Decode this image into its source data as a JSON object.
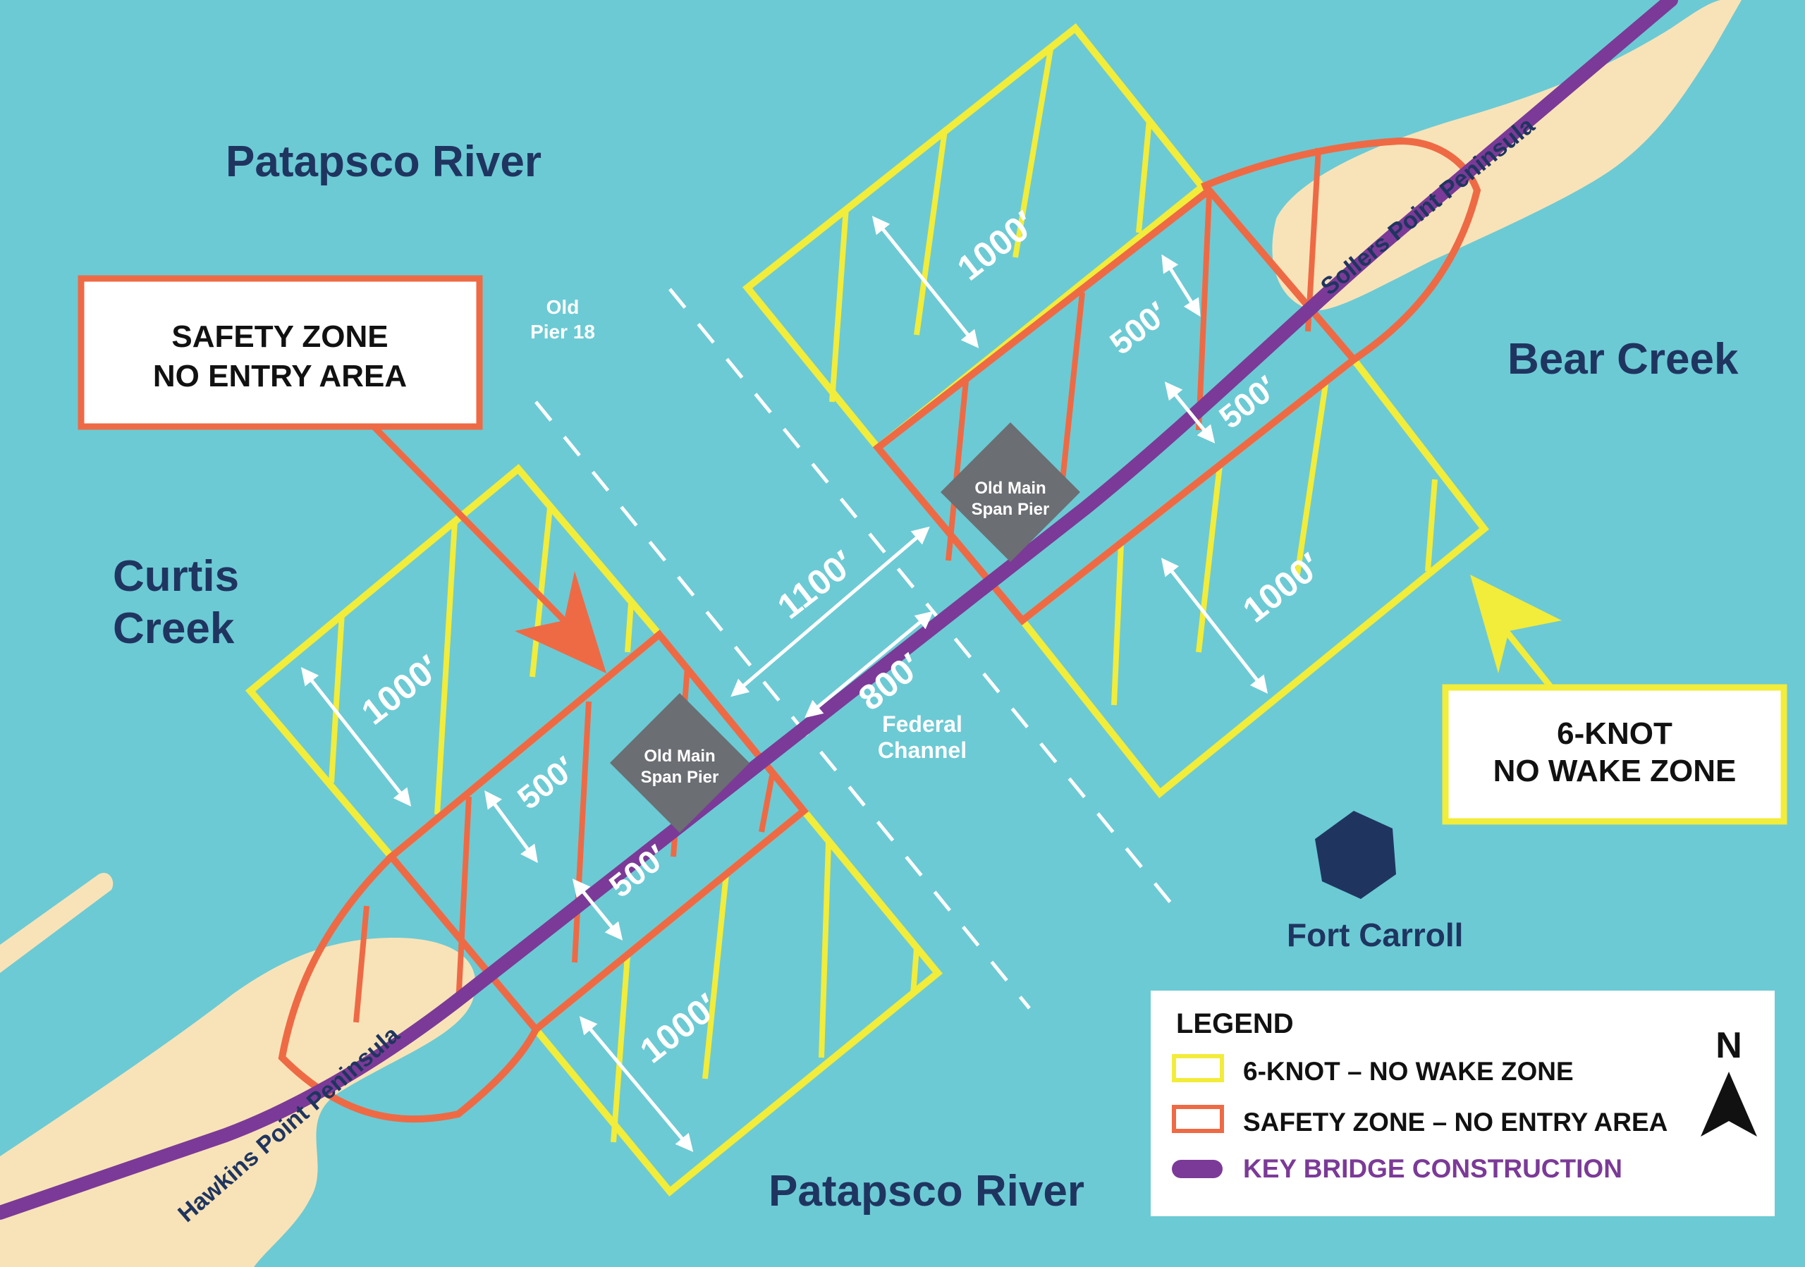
{
  "labels": {
    "river_top": "Patapsco River",
    "river_bottom": "Patapsco River",
    "curtis_line1": "Curtis",
    "curtis_line2": "Creek",
    "bear_creek": "Bear Creek",
    "fort_carroll": "Fort Carroll",
    "old_pier_line1": "Old",
    "old_pier_line2": "Pier 18",
    "federal_line1": "Federal",
    "federal_line2": "Channel",
    "sollers": "Sollers Point Peninsula",
    "hawkins": "Hawkins Point Peninsula",
    "pier_line1": "Old Main",
    "pier_line2": "Span Pier"
  },
  "callouts": {
    "safety_line1": "SAFETY ZONE",
    "safety_line2": "NO ENTRY AREA",
    "knot_line1": "6-KNOT",
    "knot_line2": "NO WAKE ZONE"
  },
  "dimensions": {
    "d1000": "1000′",
    "d500": "500′",
    "d1100": "1100′",
    "d800": "800′"
  },
  "legend": {
    "title": "LEGEND",
    "north": "N",
    "items": [
      {
        "label": "6-KNOT – NO WAKE ZONE",
        "color": "#f2ec3a"
      },
      {
        "label": "SAFETY ZONE – NO ENTRY AREA",
        "color": "#ee6a45"
      },
      {
        "label": "KEY BRIDGE CONSTRUCTION",
        "color": "#7b3a97"
      }
    ]
  },
  "colors": {
    "water": "#6ccad4",
    "land": "#f8e3b8",
    "yellow": "#f2ec3a",
    "orange": "#ee6a45",
    "purple": "#7b3a97",
    "navy": "#1f3560",
    "pier": "#6b6e73"
  }
}
